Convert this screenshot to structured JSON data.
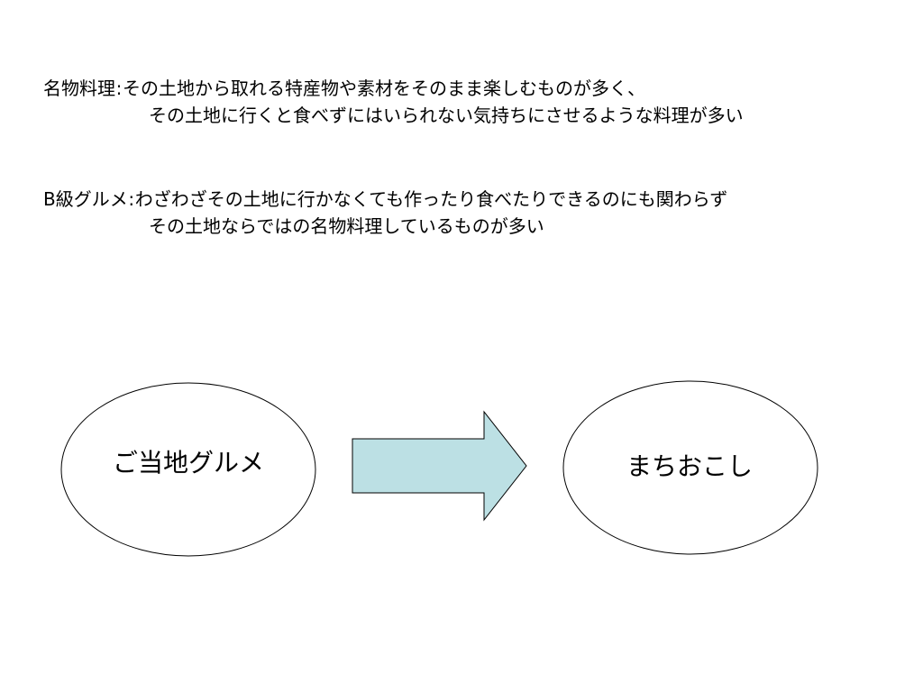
{
  "definitions": [
    {
      "term": "名物料理",
      "colon": ":",
      "line1": "その土地から取れる特産物や素材をそのまま楽しむものが多く、",
      "line2": "その土地に行くと食べずにはいられない気持ちにさせるような料理が多い"
    },
    {
      "term": "B級グルメ",
      "colon": ":",
      "line1": "わざわざその土地に行かなくても作ったり食べたりできるのにも関わらず",
      "line2": "その土地ならではの名物料理しているものが多い"
    }
  ],
  "diagram": {
    "left_node": "ご当地グルメ",
    "right_node": "まちおこし",
    "arrow_fill": "#bce0e4",
    "stroke_color": "#000000"
  }
}
